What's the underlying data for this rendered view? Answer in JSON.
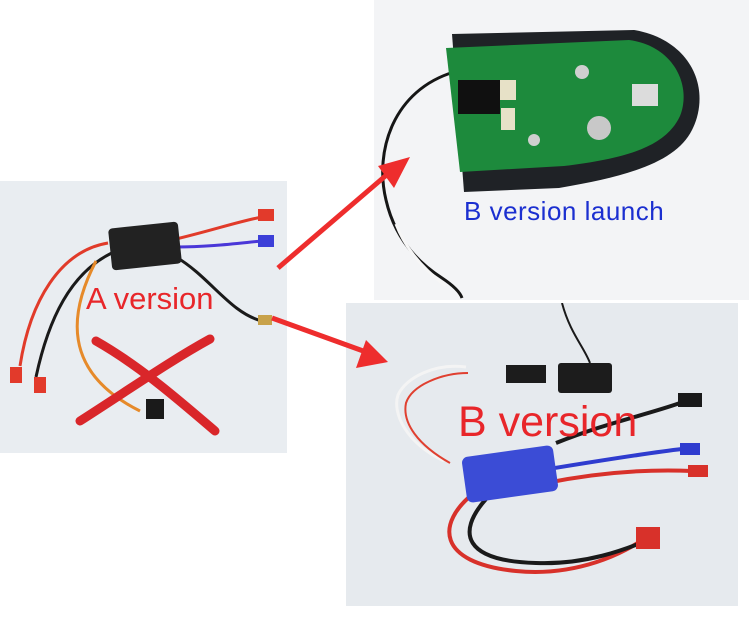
{
  "labels": {
    "b_version_launch": "B version  launch",
    "a_version": "A version",
    "b_version": "B version"
  },
  "colors": {
    "b_launch_text": "#1b2fd0",
    "version_text": "#e8262a",
    "arrow": "#ee2d2d",
    "cross": "#d9262a"
  },
  "icons": {
    "arrow": "arrow-icon",
    "cross": "cross-mark-icon"
  }
}
